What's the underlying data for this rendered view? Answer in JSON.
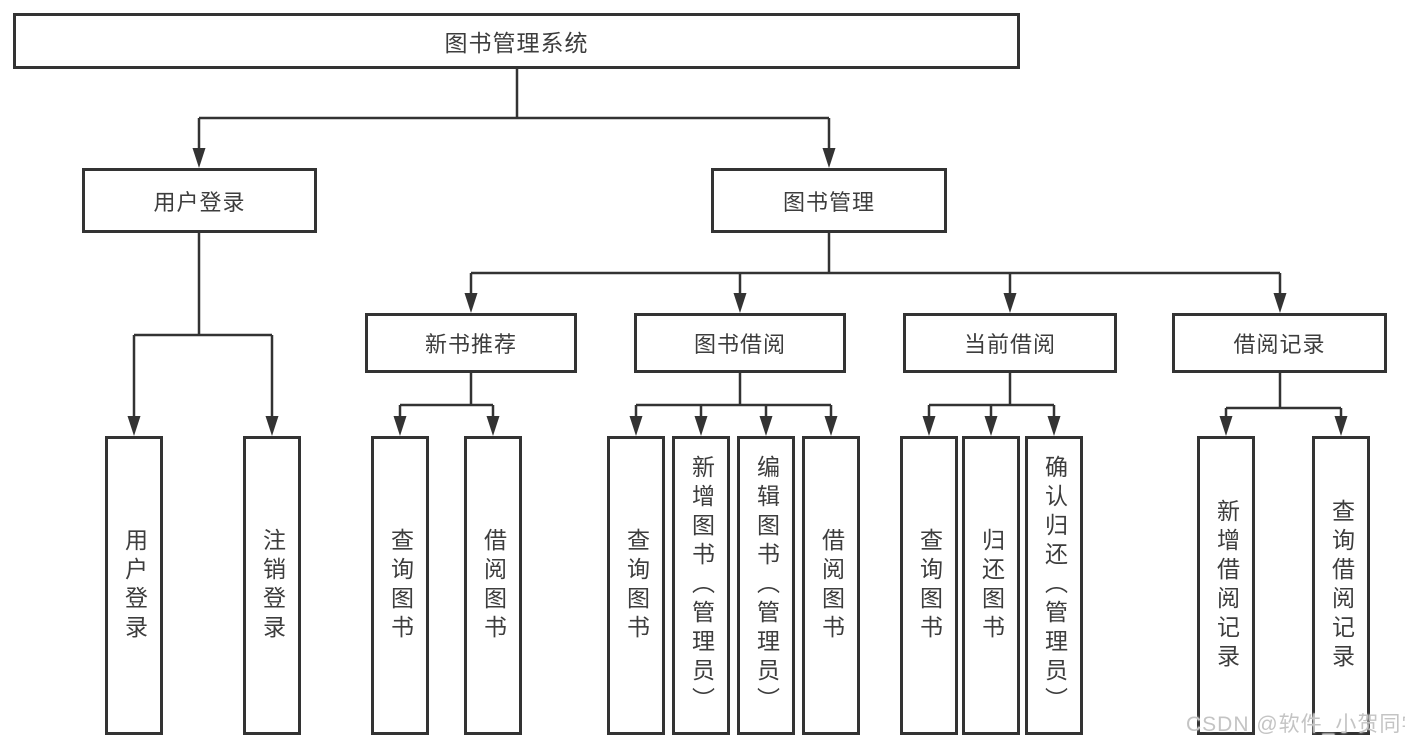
{
  "diagram": {
    "root": {
      "label": "图书管理系统"
    },
    "branches": [
      {
        "label": "用户登录",
        "children": [
          {
            "label": "用户登录"
          },
          {
            "label": "注销登录"
          }
        ]
      },
      {
        "label": "图书管理",
        "children": [
          {
            "label": "新书推荐",
            "children": [
              {
                "label": "查询图书"
              },
              {
                "label": "借阅图书"
              }
            ]
          },
          {
            "label": "图书借阅",
            "children": [
              {
                "label": "查询图书"
              },
              {
                "label": "新增图书（管理员）"
              },
              {
                "label": "编辑图书（管理员）"
              },
              {
                "label": "借阅图书"
              }
            ]
          },
          {
            "label": "当前借阅",
            "children": [
              {
                "label": "查询图书"
              },
              {
                "label": "归还图书"
              },
              {
                "label": "确认归还（管理员）"
              }
            ]
          },
          {
            "label": "借阅记录",
            "children": [
              {
                "label": "新增借阅记录"
              },
              {
                "label": "查询借阅记录"
              }
            ]
          }
        ]
      }
    ],
    "line_color": "#333333",
    "box_background": "#ffffff",
    "text_color": "#3d3d3d"
  },
  "watermark": {
    "text": "CSDN @软件_小贺同学"
  }
}
